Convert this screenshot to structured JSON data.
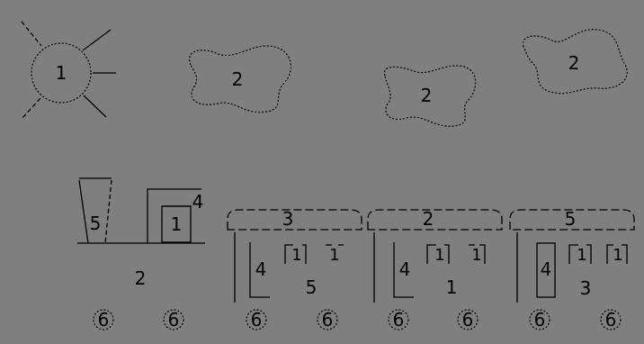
{
  "sun": {
    "label": "1"
  },
  "clouds": [
    {
      "label": "2"
    },
    {
      "label": "2"
    },
    {
      "label": "2"
    }
  ],
  "train": {
    "locomotive": {
      "chimney_label": "5",
      "cab_window_label": "1",
      "cab_roof_label": "4",
      "body_label": "2",
      "wheels": [
        "6",
        "6"
      ]
    },
    "wagons": [
      {
        "roof_label": "3",
        "door_label": "4",
        "windows": [
          "1",
          "1"
        ],
        "body_label": "5",
        "wheels": [
          "6",
          "6"
        ]
      },
      {
        "roof_label": "2",
        "door_label": "4",
        "windows": [
          "1",
          "1"
        ],
        "body_label": "1",
        "wheels": [
          "6",
          "6"
        ]
      },
      {
        "roof_label": "5",
        "door_label": "4",
        "windows": [
          "1",
          "1"
        ],
        "body_label": "3",
        "wheels": [
          "6",
          "6"
        ]
      }
    ]
  }
}
